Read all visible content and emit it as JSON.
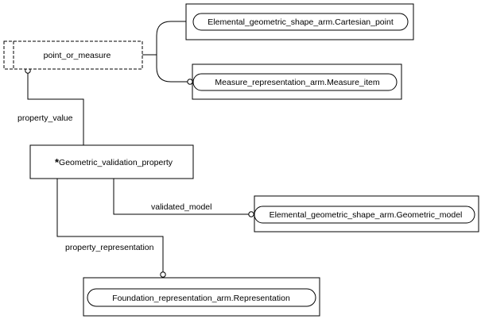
{
  "diagram": {
    "select_node": {
      "label": "point_or_measure"
    },
    "central_entity": {
      "label": "Geometric_validation_property",
      "marker": "*"
    },
    "references": {
      "cartesian_point": "Elemental_geometric_shape_arm.Cartesian_point",
      "measure_item": "Measure_representation_arm.Measure_item",
      "geometric_model": "Elemental_geometric_shape_arm.Geometric_model",
      "representation": "Foundation_representation_arm.Representation"
    },
    "relations": {
      "property_value": "property_value",
      "validated_model": "validated_model",
      "property_representation": "property_representation"
    }
  }
}
